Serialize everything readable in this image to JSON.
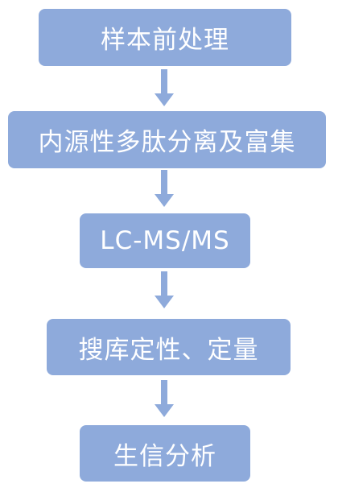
{
  "flow": {
    "steps": [
      {
        "label": "样本前处理"
      },
      {
        "label": "内源性多肽分离及富集"
      },
      {
        "label": "LC-MS/MS"
      },
      {
        "label": "搜库定性、定量"
      },
      {
        "label": "生信分析"
      }
    ],
    "colors": {
      "box": "#8eaadb",
      "arrow": "#8eaadb",
      "text": "#ffffff"
    }
  }
}
